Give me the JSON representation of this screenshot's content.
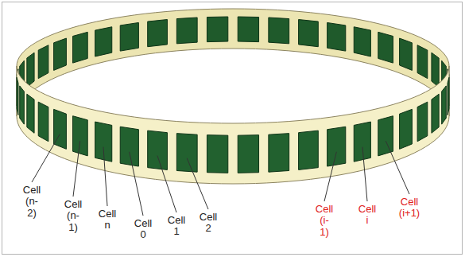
{
  "diagram": {
    "labels": [
      "Cell (n-2)",
      "Cell (n-1)",
      "Cell n",
      "Cell 0",
      "Cell 1",
      "Cell 2",
      "Cell (i-1)",
      "Cell i",
      "Cell (i+1)"
    ]
  }
}
